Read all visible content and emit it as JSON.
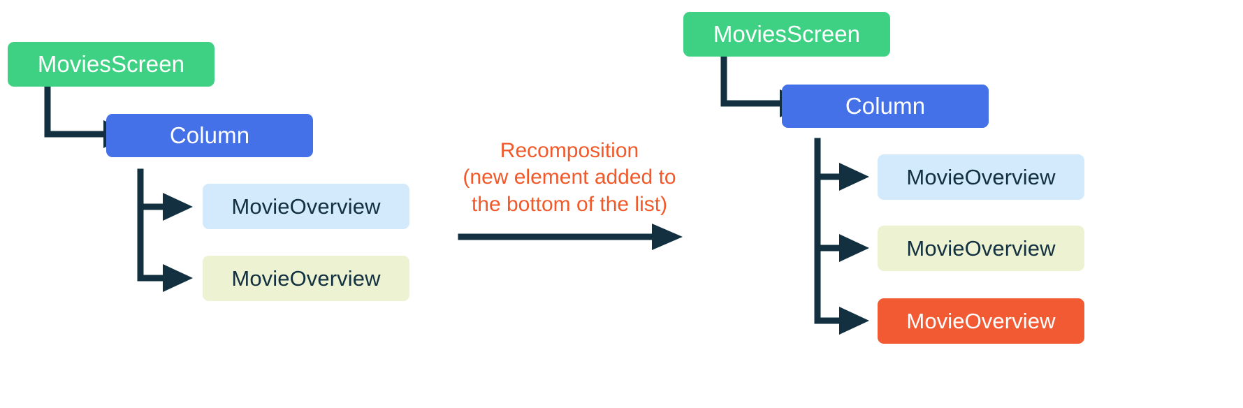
{
  "diagram": {
    "title_color": "#f1592a",
    "connector_color": "#12303f",
    "background": "#ffffff",
    "before": {
      "root": {
        "label": "MoviesScreen",
        "color": "#3fd183"
      },
      "column": {
        "label": "Column",
        "color": "#4470e8"
      },
      "children": [
        {
          "label": "MovieOverview",
          "color": "#d2eafb"
        },
        {
          "label": "MovieOverview",
          "color": "#ecf2d2"
        }
      ]
    },
    "transition": {
      "lines": [
        "Recomposition",
        "(new element added to",
        "the bottom of the list)"
      ],
      "arrow_name": "transition-arrow"
    },
    "after": {
      "root": {
        "label": "MoviesScreen",
        "color": "#3fd183"
      },
      "column": {
        "label": "Column",
        "color": "#4470e8"
      },
      "children": [
        {
          "label": "MovieOverview",
          "color": "#d2eafb"
        },
        {
          "label": "MovieOverview",
          "color": "#ecf2d2"
        },
        {
          "label": "MovieOverview",
          "color": "#f15a33"
        }
      ]
    }
  }
}
